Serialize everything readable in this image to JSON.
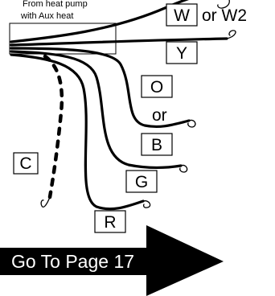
{
  "header": {
    "line1": "From heat pump",
    "line2": "with Aux heat"
  },
  "labels": {
    "w": "W",
    "w_suffix": "or W2",
    "y": "Y",
    "o": "O",
    "or": "or",
    "b": "B",
    "g": "G",
    "r": "R",
    "c": "C"
  },
  "arrow": {
    "text": "Go To Page 17"
  }
}
